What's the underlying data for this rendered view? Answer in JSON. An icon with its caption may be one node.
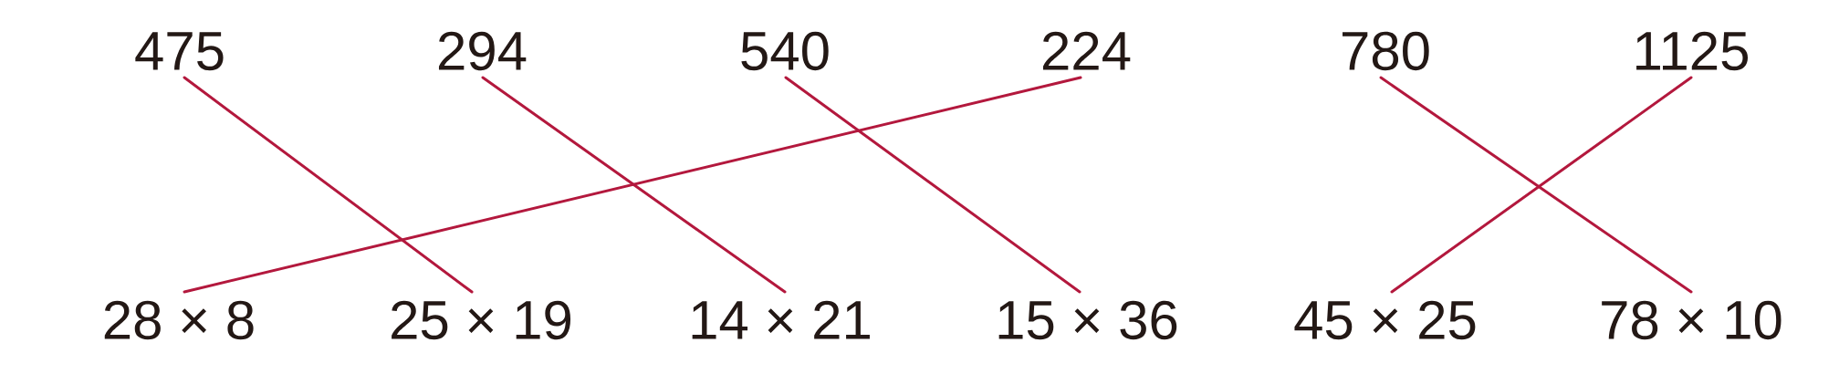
{
  "diagram": {
    "nodes": [
      {
        "text": [
          "475"
        ]
      },
      {
        "text": [
          "294"
        ]
      },
      {
        "text": [
          "540"
        ]
      },
      {
        "text": [
          "224"
        ]
      },
      {
        "text": [
          "780"
        ]
      },
      {
        "text": [
          "1125"
        ]
      },
      {
        "text": [
          "28 × 8"
        ]
      },
      {
        "text": [
          "25 × 19"
        ]
      },
      {
        "text": [
          "14 × 21"
        ]
      },
      {
        "text": [
          "15 × 36"
        ]
      },
      {
        "text": [
          "45 × 25"
        ]
      },
      {
        "text": [
          "78 × 10"
        ]
      }
    ],
    "edges": [
      {
        "from": 0,
        "to": 7,
        "arrow": "none"
      },
      {
        "from": 1,
        "to": 8,
        "arrow": "none"
      },
      {
        "from": 2,
        "to": 9,
        "arrow": "none"
      },
      {
        "from": 3,
        "to": 6,
        "arrow": "none"
      },
      {
        "from": 4,
        "to": 11,
        "arrow": "none"
      },
      {
        "from": 5,
        "to": 10,
        "arrow": "none"
      }
    ]
  }
}
